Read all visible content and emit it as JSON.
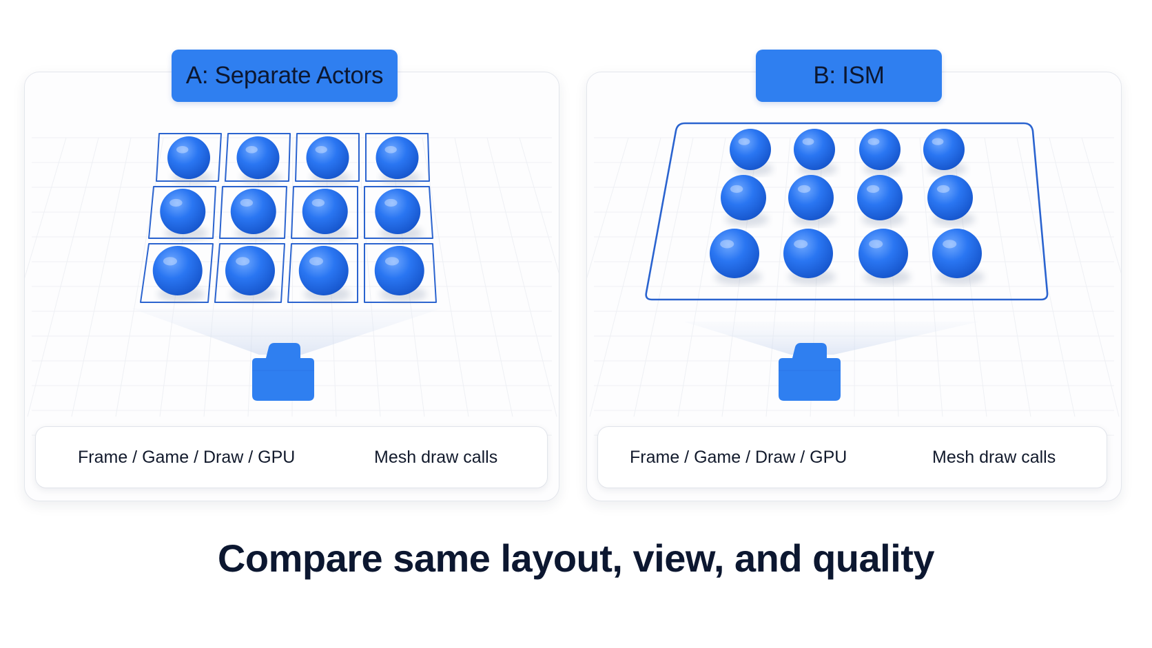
{
  "panels": [
    {
      "title": "A: Separate Actors",
      "stats": [
        "Frame / Game / Draw / GPU",
        "Mesh draw calls"
      ]
    },
    {
      "title": "B: ISM",
      "stats": [
        "Frame / Game / Draw / GPU",
        "Mesh draw calls"
      ]
    }
  ],
  "caption": "Compare same layout, view, and quality",
  "colors": {
    "accent": "#2f7ff0",
    "sphere": "#1f6df0",
    "outline": "#2a63cf",
    "text": "#0c1730"
  },
  "icons": [
    "sphere-icon",
    "folder-icon",
    "grid-floor"
  ]
}
